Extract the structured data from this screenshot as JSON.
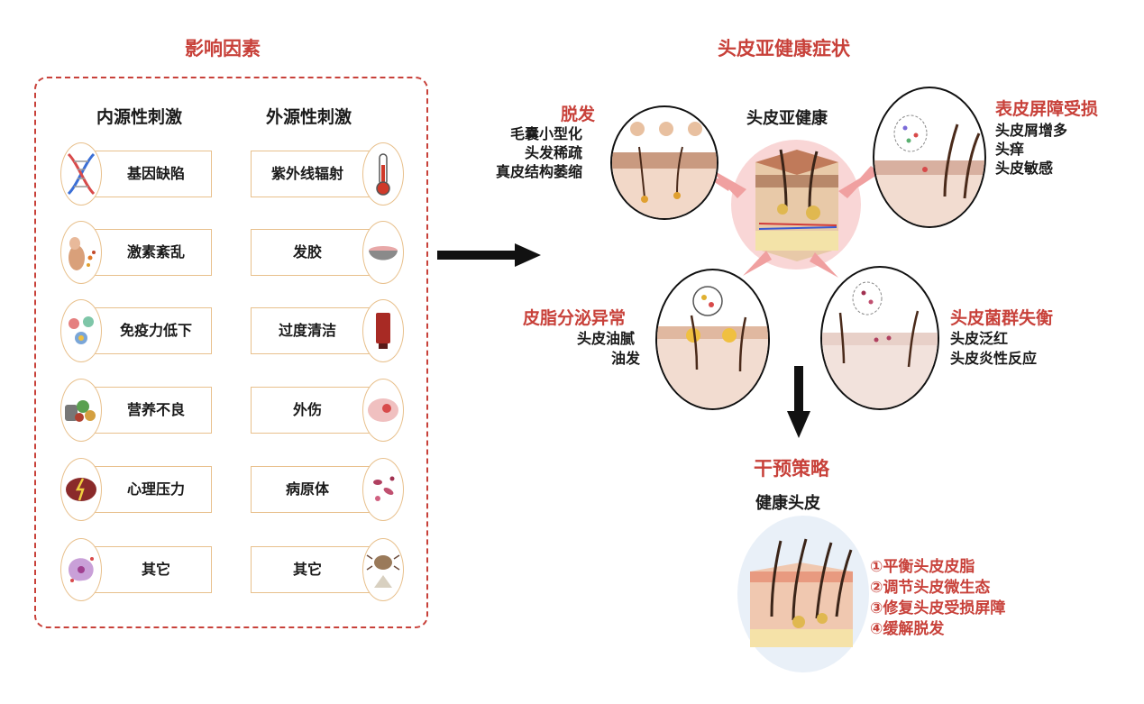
{
  "factors": {
    "title": "影响因素",
    "internal": {
      "heading": "内源性刺激",
      "items": [
        {
          "label": "基因缺陷",
          "icon": "dna-icon"
        },
        {
          "label": "激素紊乱",
          "icon": "hormone-gland-icon"
        },
        {
          "label": "免疫力低下",
          "icon": "immune-cell-icon"
        },
        {
          "label": "营养不良",
          "icon": "nutrition-food-icon"
        },
        {
          "label": "心理压力",
          "icon": "stressed-brain-icon"
        },
        {
          "label": "其它",
          "icon": "cell-icon"
        }
      ]
    },
    "external": {
      "heading": "外源性刺激",
      "items": [
        {
          "label": "紫外线辐射",
          "icon": "thermometer-icon"
        },
        {
          "label": "发胶",
          "icon": "hair-gel-bowl-icon"
        },
        {
          "label": "过度清洁",
          "icon": "cleanser-tube-icon"
        },
        {
          "label": "外伤",
          "icon": "injured-brain-icon"
        },
        {
          "label": "病原体",
          "icon": "pathogen-icon"
        },
        {
          "label": "其它",
          "icon": "mite-icon"
        }
      ]
    }
  },
  "symptoms": {
    "title": "头皮亚健康症状",
    "center_label": "头皮亚健康",
    "hair_loss": {
      "title": "脱发",
      "lines": [
        "毛囊小型化",
        "头发稀疏",
        "真皮结构萎缩"
      ]
    },
    "barrier": {
      "title": "表皮屏障受损",
      "lines": [
        "头皮屑增多",
        "头痒",
        "头皮敏感"
      ]
    },
    "sebum": {
      "title": "皮脂分泌异常",
      "lines": [
        "头皮油腻",
        "油发"
      ]
    },
    "microbiome": {
      "title": "头皮菌群失衡",
      "lines": [
        "头皮泛红",
        "头皮炎性反应"
      ]
    }
  },
  "intervention": {
    "title": "干预策略",
    "healthy_label": "健康头皮",
    "strategies": [
      "①平衡头皮皮脂",
      "②调节头皮微生态",
      "③修复头皮受损屏障",
      "④缓解脱发"
    ]
  },
  "colors": {
    "accent": "#c8413a",
    "box_border": "#e8c08c",
    "arrow_pink": "#f0a0a0"
  }
}
